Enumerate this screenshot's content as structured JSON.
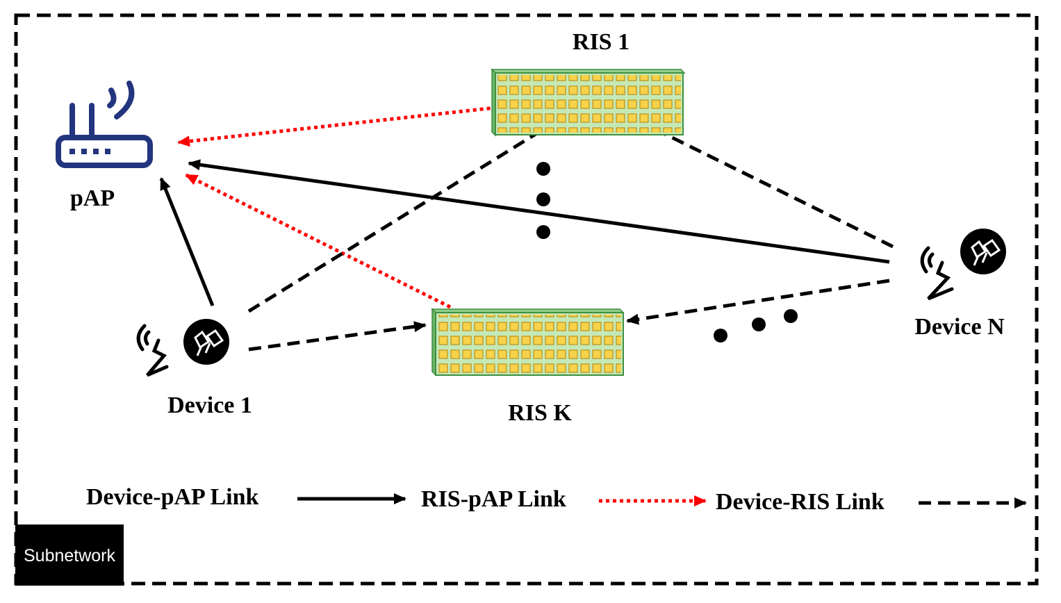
{
  "nodes": {
    "pap": {
      "label": "pAP",
      "icon": "router-icon"
    },
    "ris1": {
      "label": "RIS 1",
      "icon": "ris-panel-icon"
    },
    "risk": {
      "label": "RIS K",
      "icon": "ris-panel-icon"
    },
    "device1": {
      "label": "Device 1",
      "icon": "satellite-device-icon"
    },
    "devicen": {
      "label": "Device N",
      "icon": "satellite-device-icon"
    }
  },
  "legend": {
    "device_pap": "Device-pAP Link",
    "ris_pap": "RIS-pAP Link",
    "device_ris": "Device-RIS Link"
  },
  "subnetwork_label": "Subnetwork",
  "colors": {
    "router": "#23357e",
    "ris_fill": "#c5e8b7",
    "ris_edge": "#3f8f3f",
    "ris_element": "#f7d24a",
    "ris_element_edge": "#b8911a",
    "device_pap_link": "#000000",
    "ris_pap_link": "#ff0000",
    "device_ris_link": "#000000"
  }
}
